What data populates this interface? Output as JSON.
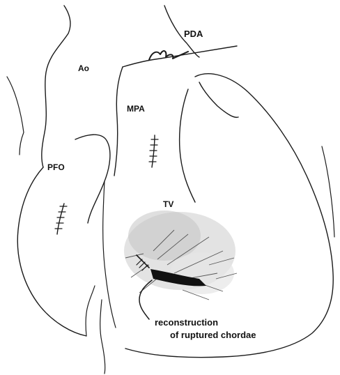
{
  "labels": {
    "pda": "PDA",
    "ao": "Ao",
    "mpa": "MPA",
    "pfo": "PFO",
    "tv": "TV",
    "caption_line1": "reconstruction",
    "caption_line2": "of ruptured chordae"
  },
  "colors": {
    "ink": "#1a1a1a",
    "shading": "#cfcfcf",
    "paper": "#ffffff"
  }
}
